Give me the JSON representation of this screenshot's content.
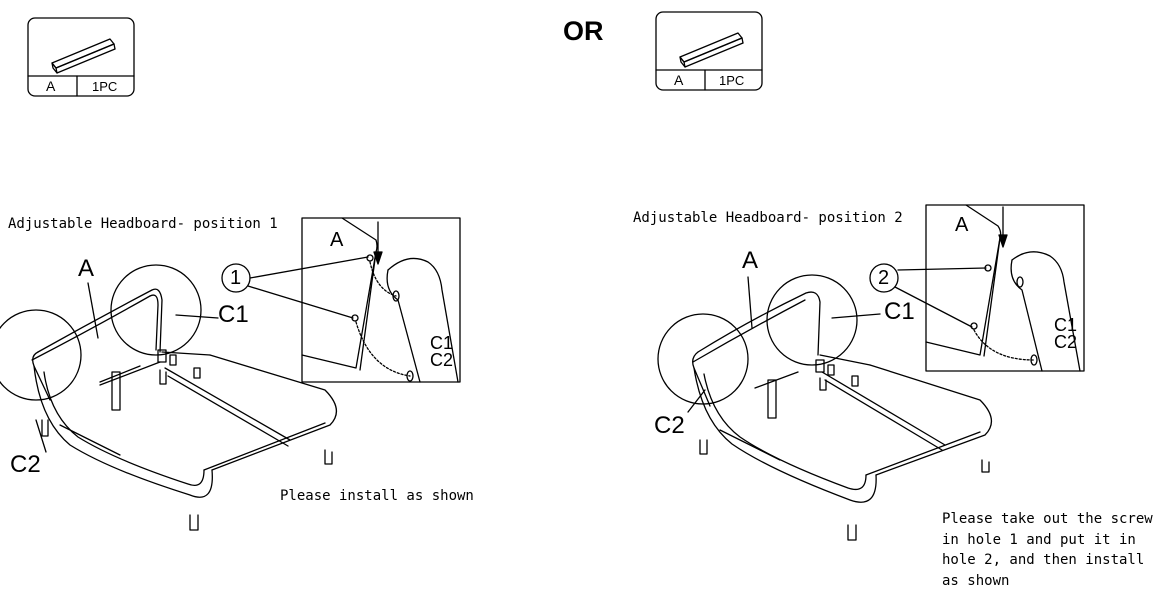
{
  "separator": "OR",
  "parts": [
    {
      "code": "A",
      "qty": "1PC"
    },
    {
      "code": "A",
      "qty": "1PC"
    }
  ],
  "panels": [
    {
      "title": "Adjustable Headboard- position 1",
      "part_label": "A",
      "c1_label": "C1",
      "c2_label": "C2",
      "hole_number": "1",
      "detail_part_label": "A",
      "detail_c1": "C1",
      "detail_c2": "C2",
      "note": "Please install as shown"
    },
    {
      "title": "Adjustable Headboard- position 2",
      "part_label": "A",
      "c1_label": "C1",
      "c2_label": "C2",
      "hole_number": "2",
      "detail_part_label": "A",
      "detail_c1": "C1",
      "detail_c2": "C2",
      "note": "Please take out the screw in hole 1 and put it in hole 2, and then install as shown"
    }
  ]
}
